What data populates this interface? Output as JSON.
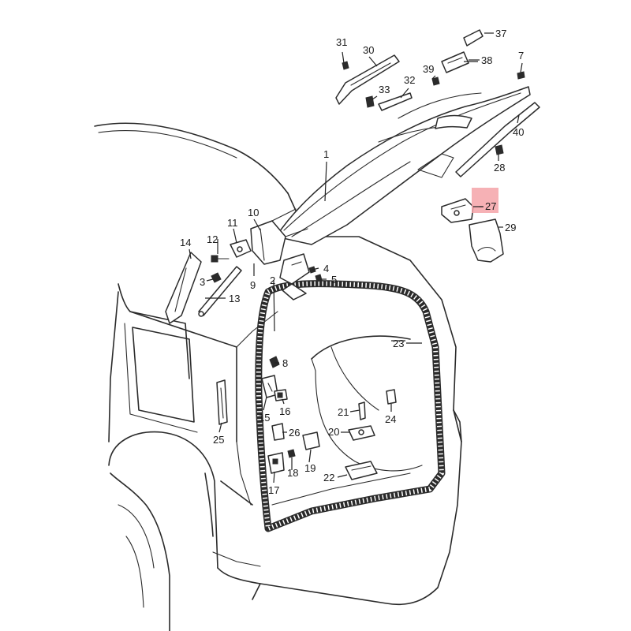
{
  "highlight_color": "#f4a3a8",
  "callouts": [
    {
      "id": "1",
      "label": "1"
    },
    {
      "id": "2",
      "label": "2"
    },
    {
      "id": "3",
      "label": "3"
    },
    {
      "id": "4",
      "label": "4"
    },
    {
      "id": "5",
      "label": "5"
    },
    {
      "id": "7",
      "label": "7"
    },
    {
      "id": "8",
      "label": "8"
    },
    {
      "id": "9",
      "label": "9"
    },
    {
      "id": "10",
      "label": "10"
    },
    {
      "id": "11",
      "label": "11"
    },
    {
      "id": "12",
      "label": "12"
    },
    {
      "id": "13",
      "label": "13"
    },
    {
      "id": "14",
      "label": "14"
    },
    {
      "id": "15",
      "label": "15"
    },
    {
      "id": "16",
      "label": "16"
    },
    {
      "id": "17",
      "label": "17"
    },
    {
      "id": "18",
      "label": "18"
    },
    {
      "id": "19",
      "label": "19"
    },
    {
      "id": "20",
      "label": "20"
    },
    {
      "id": "21",
      "label": "21"
    },
    {
      "id": "22",
      "label": "22"
    },
    {
      "id": "23",
      "label": "23"
    },
    {
      "id": "24",
      "label": "24"
    },
    {
      "id": "25",
      "label": "25"
    },
    {
      "id": "26",
      "label": "26"
    },
    {
      "id": "27",
      "label": "27",
      "highlighted": true
    },
    {
      "id": "28",
      "label": "28"
    },
    {
      "id": "29",
      "label": "29"
    },
    {
      "id": "30",
      "label": "30"
    },
    {
      "id": "31",
      "label": "31"
    },
    {
      "id": "32",
      "label": "32"
    },
    {
      "id": "33",
      "label": "33"
    },
    {
      "id": "37",
      "label": "37"
    },
    {
      "id": "38",
      "label": "38"
    },
    {
      "id": "39",
      "label": "39"
    },
    {
      "id": "40",
      "label": "40"
    }
  ]
}
